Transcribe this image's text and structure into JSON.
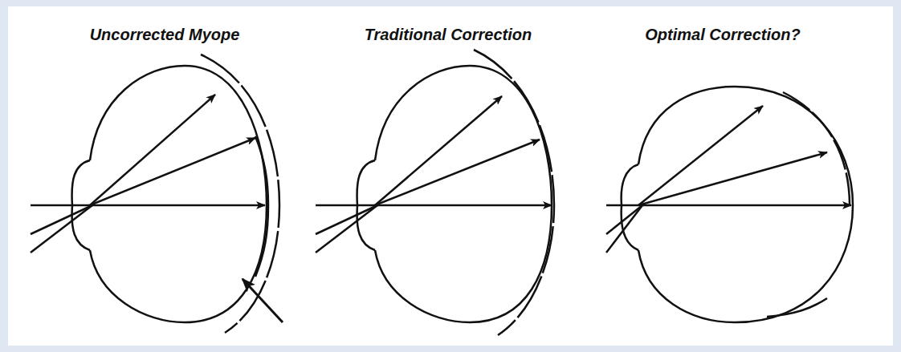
{
  "diagram": {
    "labels": [
      "Uncorrected Myope",
      "Traditional Correction",
      "Optimal Correction?"
    ]
  }
}
